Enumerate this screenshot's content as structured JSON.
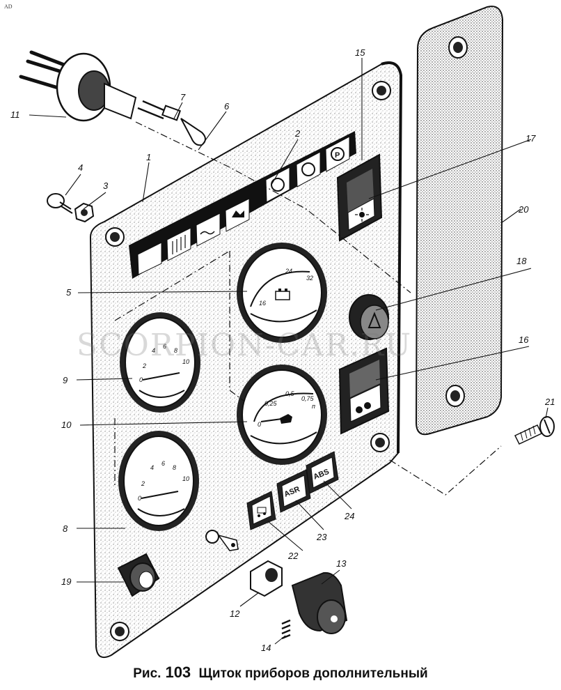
{
  "corner_mark": "AD",
  "watermark": "SCORPION-CAR.RU",
  "caption": {
    "prefix": "Рис.",
    "number": "103",
    "title": "Щиток приборов дополнительный"
  },
  "callouts": [
    "1",
    "2",
    "3",
    "4",
    "5",
    "6",
    "7",
    "8",
    "9",
    "10",
    "11",
    "12",
    "13",
    "14",
    "15",
    "16",
    "17",
    "18",
    "19",
    "20",
    "21",
    "22",
    "23",
    "24"
  ],
  "gauge_5": {
    "ticks": [
      "16",
      "24",
      "32"
    ]
  },
  "gauge_9": {
    "ticks": [
      "0",
      "2",
      "4",
      "6",
      "8",
      "10"
    ]
  },
  "gauge_8": {
    "ticks": [
      "0",
      "2",
      "4",
      "6",
      "8",
      "10"
    ]
  },
  "gauge_10": {
    "ticks": [
      "0",
      "0,25",
      "0,5",
      "0,75"
    ],
    "unit": "п"
  },
  "buttons": {
    "asr": "ASR",
    "abs": "ABS"
  },
  "icons": [
    "warning-lamp-square-icon",
    "oil-temperature-icon",
    "wave-lamp-icon",
    "engine-lamp-icon",
    "circle-lamp-icon",
    "parking-lamp-icon",
    "p-lamp-icon",
    "battery-icon",
    "oil-can-icon",
    "fuel-icon",
    "trailer-icon",
    "key-icon",
    "hazard-triangle-icon",
    "sun-icon"
  ]
}
